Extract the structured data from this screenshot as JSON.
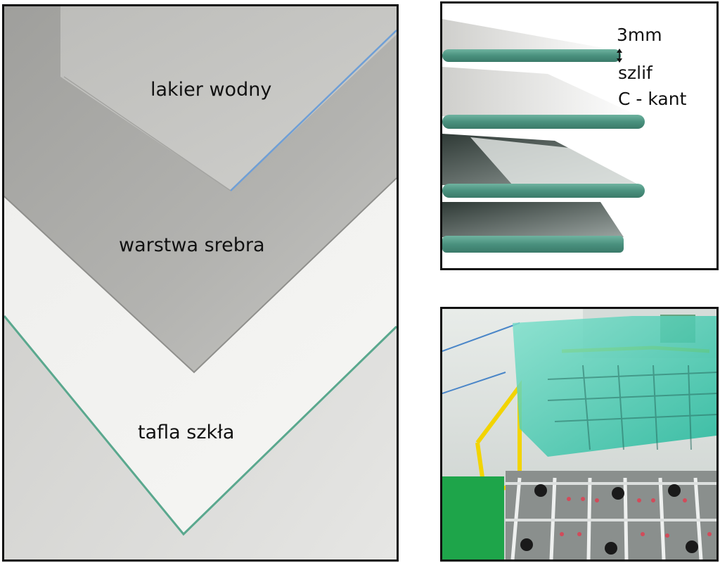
{
  "mirror_layers": {
    "varnish_label": "lakier wodny",
    "silver_label": "warstwa srebra",
    "glass_label": "tafla szkła"
  },
  "edge_detail": {
    "thickness_label": "3mm",
    "grind_label": "szlif",
    "edge_type_label": "C - kant"
  },
  "colors": {
    "glass_edge": "#4f9c8a",
    "silver": "#a9a9a6",
    "paper": "#ededeb",
    "factory_green": "#3fc8ad",
    "safety_yellow": "#f2d400"
  }
}
